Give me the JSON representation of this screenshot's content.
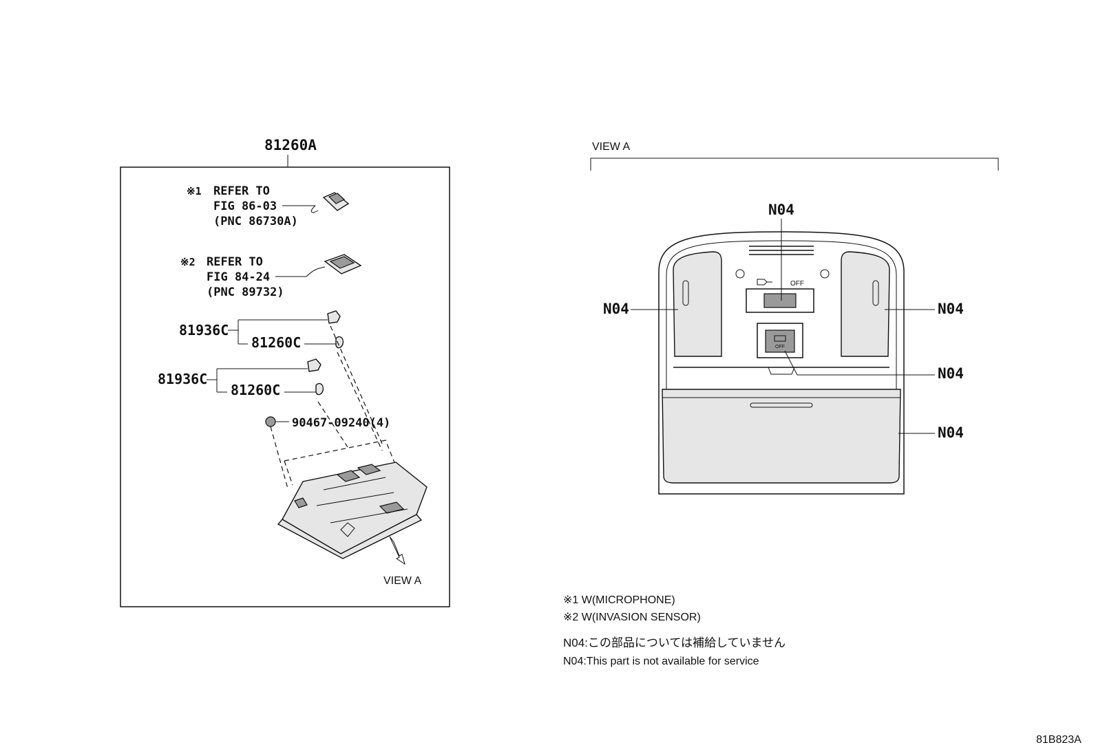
{
  "left_panel": {
    "assembly_code": "81260A",
    "ref1": {
      "mark": "※1",
      "line1": "REFER TO",
      "line2": "FIG 86-03",
      "line3": "(PNC 86730A)"
    },
    "ref2": {
      "mark": "※2",
      "line1": "REFER TO",
      "line2": "FIG 84-24",
      "line3": "(PNC 89732)"
    },
    "group1": {
      "parent": "81936C",
      "child": "81260C"
    },
    "group2": {
      "parent": "81936C",
      "child": "81260C"
    },
    "screw": "90467-09240(4)",
    "view_arrow_label": "VIEW A"
  },
  "right_panel": {
    "title": "VIEW A",
    "callout_top": "N04",
    "callout_left": "N04",
    "callout_right": "N04",
    "callout_switch": "N04",
    "callout_cover": "N04",
    "switch_off_label": "OFF",
    "switch_off_label_small": "OFF"
  },
  "notes": {
    "note1": "※1 W(MICROPHONE)",
    "note2": "※2 W(INVASION SENSOR)",
    "note3": "N04:この部品については補給していません",
    "note4": "N04:This part is not available for service"
  },
  "figure_id": "81B823A"
}
